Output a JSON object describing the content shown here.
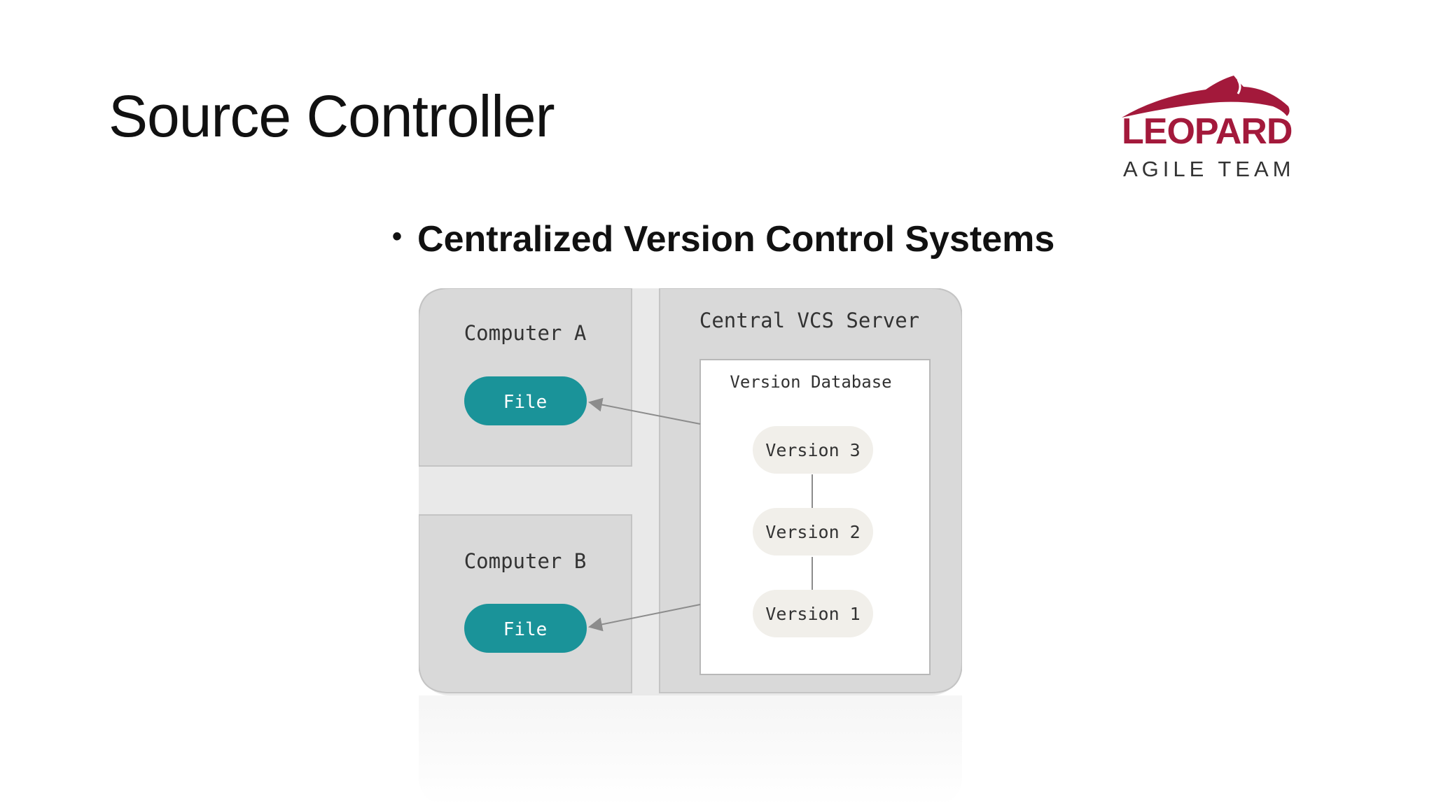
{
  "slide": {
    "title": "Source Controller",
    "bullet": "Centralized Version Control Systems"
  },
  "logo": {
    "name": "LEOPARD",
    "tagline": "AGILE TEAM",
    "brand_color": "#a3193b"
  },
  "diagram": {
    "computer_a": {
      "label": "Computer A",
      "file": "File"
    },
    "computer_b": {
      "label": "Computer B",
      "file": "File"
    },
    "server": {
      "label": "Central VCS Server",
      "database": "Version Database",
      "versions": [
        "Version 3",
        "Version 2",
        "Version 1"
      ]
    },
    "colors": {
      "panel": "#d9d9d9",
      "file_pill": "#1a9399",
      "version_pill": "#f1efea",
      "arrow": "#8c8c8c"
    }
  }
}
